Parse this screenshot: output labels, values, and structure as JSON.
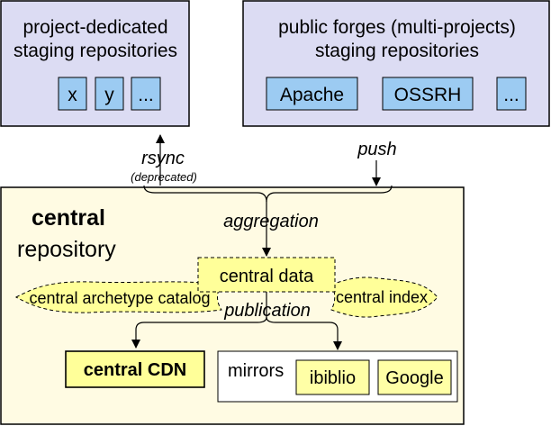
{
  "colors": {
    "staging_fill": "#dcdcf3",
    "repo_button_fill": "#9ccbf2",
    "central_fill": "#fffbe3",
    "data_fill": "#ffff99",
    "mirror_fill": "#ffffa6",
    "line": "#000000"
  },
  "staging_project": {
    "title_line1": "project-dedicated",
    "title_line2": "staging repositories",
    "repos": [
      "x",
      "y",
      "..."
    ]
  },
  "staging_public": {
    "title_line1": "public forges (multi-projects)",
    "title_line2": "staging repositories",
    "repos": [
      "Apache",
      "OSSRH",
      "..."
    ]
  },
  "flows": {
    "rsync": "rsync",
    "rsync_note": "(deprecated)",
    "push": "push",
    "aggregation": "aggregation",
    "publication": "publication"
  },
  "central": {
    "title_bold": "central",
    "title_rest": "repository",
    "data": "central data",
    "archetype_catalog": "central archetype catalog",
    "index": "central index",
    "cdn": "central CDN",
    "mirrors_label": "mirrors",
    "mirrors": [
      "ibiblio",
      "Google"
    ]
  }
}
